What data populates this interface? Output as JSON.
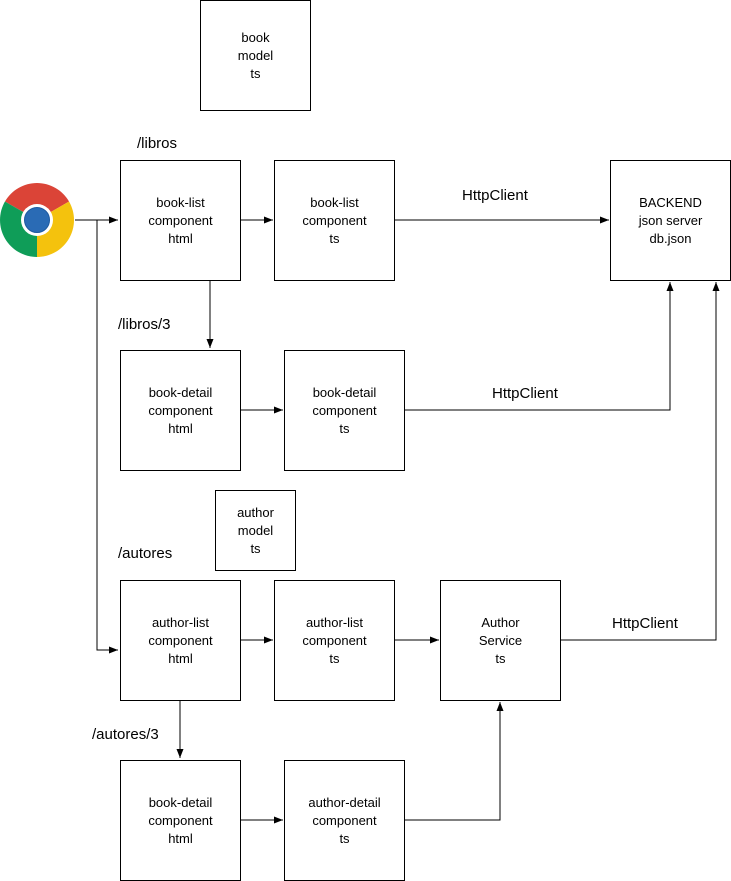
{
  "nodes": {
    "book_model": "book\nmodel\nts",
    "book_list_html": "book-list\ncomponent\nhtml",
    "book_list_ts": "book-list\ncomponent\nts",
    "backend": "BACKEND\njson server\ndb.json",
    "book_detail_html": "book-detail\ncomponent\nhtml",
    "book_detail_ts": "book-detail\ncomponent\nts",
    "author_model": "author\nmodel\nts",
    "author_list_html": "author-list\ncomponent\nhtml",
    "author_list_ts": "author-list\ncomponent\nts",
    "author_service": "Author\nService\nts",
    "author_detail_html": "book-detail\ncomponent\nhtml",
    "author_detail_ts": "author-detail\ncomponent\nts"
  },
  "routes": {
    "libros": "/libros",
    "libros_3": "/libros/3",
    "autores": "/autores",
    "autores_3": "/autores/3"
  },
  "edges": {
    "http_book_list": "HttpClient",
    "http_book_detail": "HttpClient",
    "http_author_service": "HttpClient"
  },
  "colors": {
    "chrome_red": "#DB4437",
    "chrome_yellow": "#F4C20D",
    "chrome_green": "#0F9D58",
    "chrome_blue": "#4285F4",
    "line": "#000000"
  },
  "icons": {
    "browser": "chrome-icon"
  }
}
